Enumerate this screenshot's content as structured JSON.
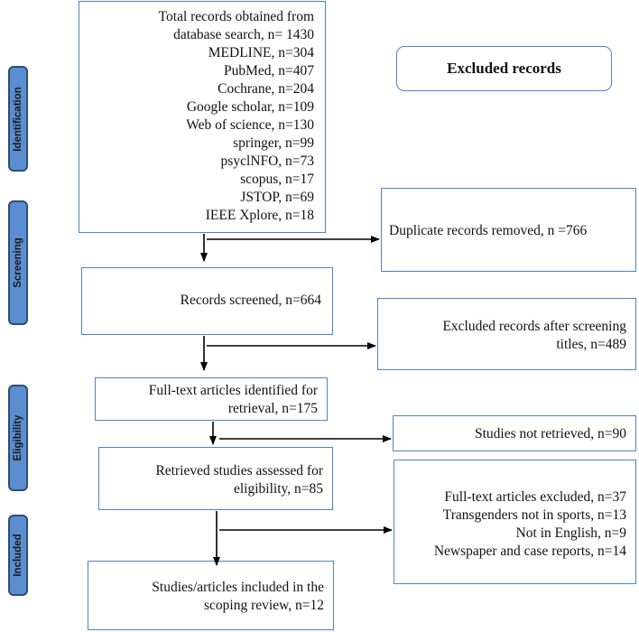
{
  "stages": {
    "identification": "Identification",
    "screening": "Screening",
    "eligibility": "Eligibility",
    "included": "Included"
  },
  "excluded_header": "Excluded records",
  "identification_box": {
    "lines": [
      "Total records obtained from",
      "database search, n= 1430",
      "MEDLINE, n=304",
      "PubMed, n=407",
      "Cochrane, n=204",
      "Google scholar, n=109",
      "Web of science, n=130",
      "springer, n=99",
      "psyclNFO, n=73",
      "scopus, n=17",
      "JSTOP, n=69",
      "IEEE Xplore, n=18"
    ]
  },
  "duplicates": "Duplicate records removed, n =766",
  "screened": "Records screened, n=664",
  "excluded_screening": {
    "lines": [
      "Excluded records after screening",
      "titles, n=489"
    ]
  },
  "fulltext_identified": {
    "lines": [
      "Full-text articles identified for",
      "retrieval, n=175"
    ]
  },
  "not_retrieved": "Studies not retrieved, n=90",
  "assessed": {
    "lines": [
      "Retrieved studies assessed for",
      "eligibility, n=85"
    ]
  },
  "excluded_fulltext": {
    "lines": [
      "Full-text articles excluded, n=37",
      "Transgenders not in sports, n=13",
      "Not in English, n=9",
      "Newspaper and case reports, n=14"
    ]
  },
  "included_box": {
    "lines": [
      "Studies/articles included in the",
      "scoping review, n=12"
    ]
  }
}
